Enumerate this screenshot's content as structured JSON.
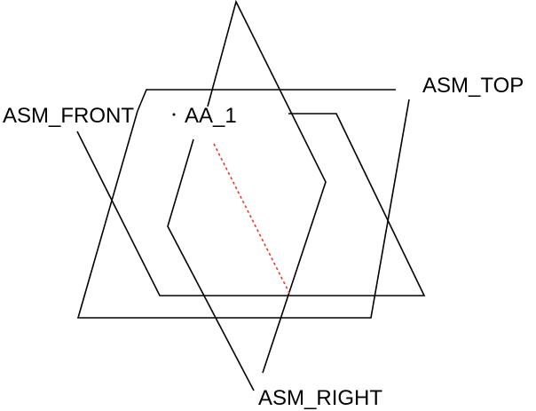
{
  "planes": {
    "top": {
      "label": "ASM_TOP"
    },
    "front": {
      "label": "ASM_FRONT"
    },
    "right": {
      "label": "ASM_RIGHT"
    }
  },
  "axis": {
    "label": "AA_1",
    "color": "#e8382f",
    "style": "dashed"
  },
  "colors": {
    "line": "#000000",
    "background": "#ffffff"
  }
}
